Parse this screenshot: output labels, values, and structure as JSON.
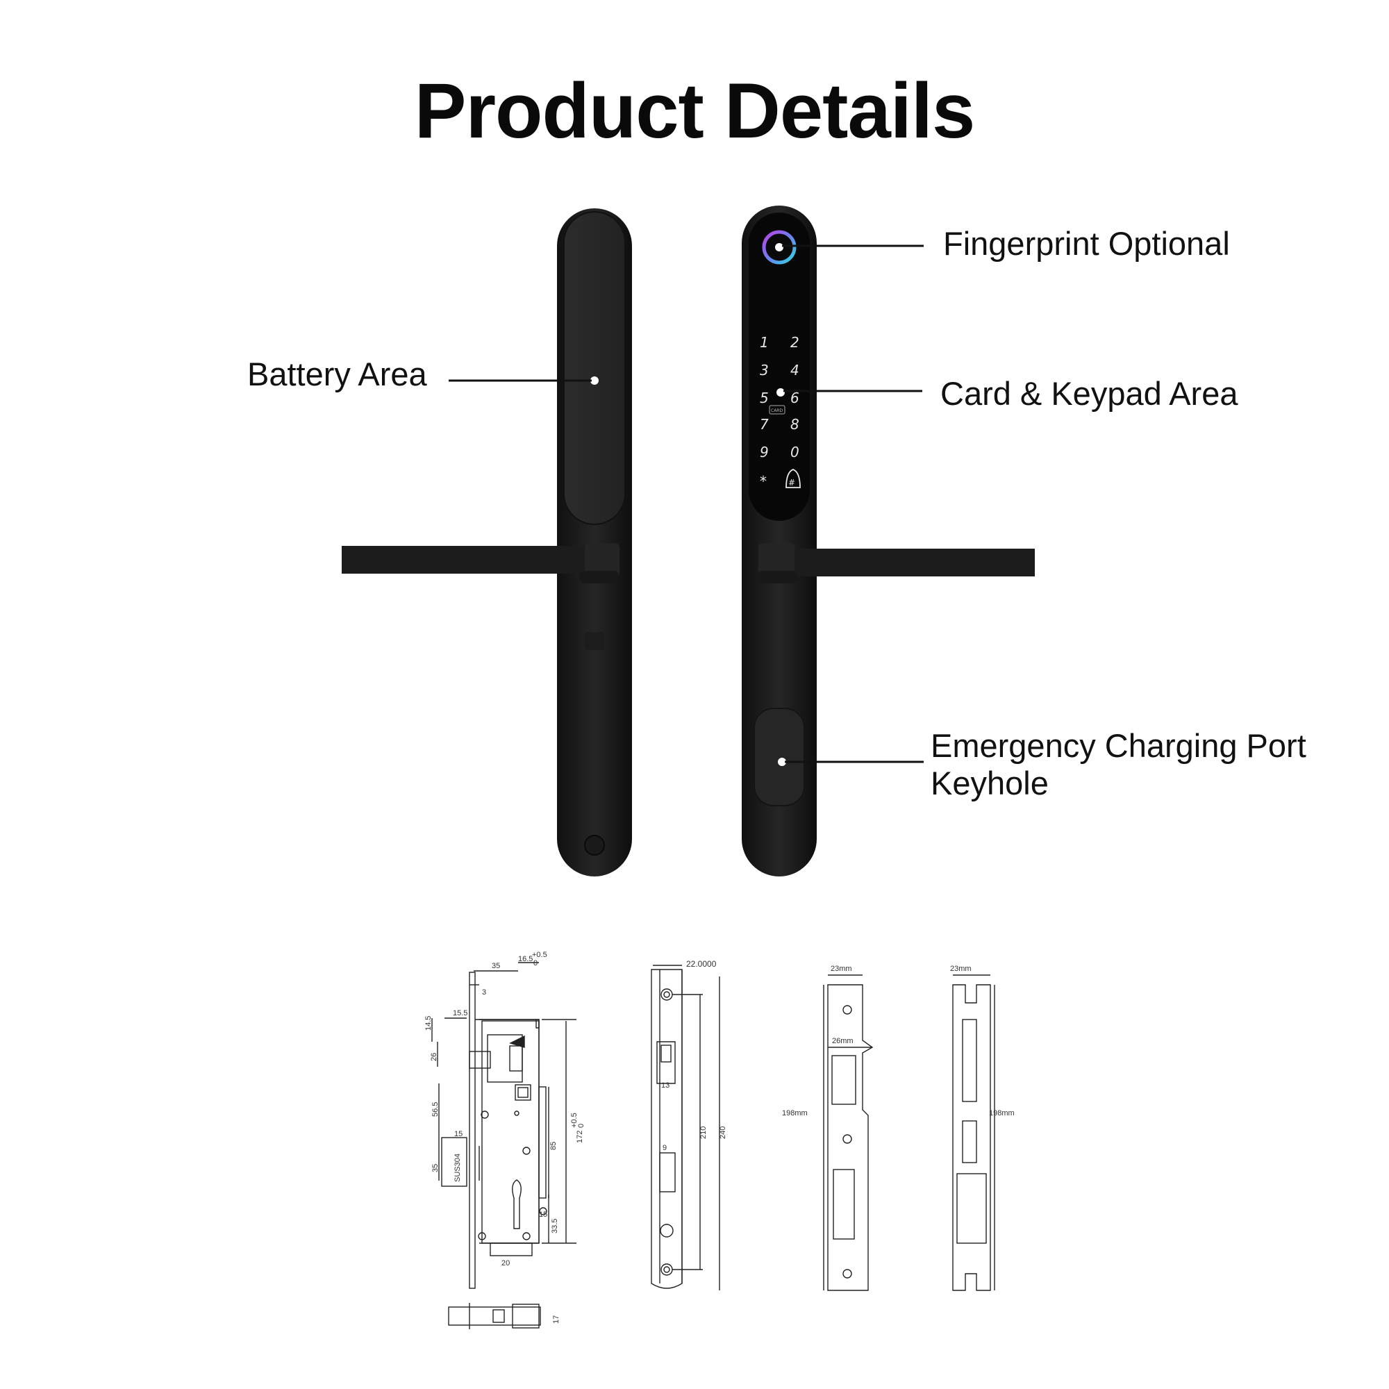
{
  "title": "Product Details",
  "callouts": {
    "battery": "Battery Area",
    "fingerprint": "Fingerprint Optional",
    "keypad": "Card & Keypad Area",
    "emergency_line1": "Emergency Charging Port",
    "emergency_line2": "Keyhole"
  },
  "keypad": {
    "keys": [
      "1",
      "2",
      "3",
      "4",
      "5",
      "6",
      "7",
      "8",
      "9",
      "0",
      "*",
      "#"
    ],
    "card_label": "CARD"
  },
  "drawings": {
    "mortise": {
      "dims": [
        "35",
        "16.5",
        "+0.5",
        "0",
        "3",
        "15.5",
        "14.5",
        "26",
        "56.5",
        "15",
        "35",
        "SUS304",
        "85",
        "172",
        "+0.5",
        "0",
        "15",
        "33.5",
        "20",
        "17"
      ]
    },
    "faceplate": {
      "dims": [
        "22.0000",
        "13",
        "9",
        "210",
        "240"
      ]
    },
    "strike_1": {
      "dims": [
        "23mm",
        "26mm",
        "198mm"
      ]
    },
    "strike_2": {
      "dims": [
        "23mm",
        "198mm"
      ]
    }
  },
  "colors": {
    "lock_body": "#1f1f1f",
    "lock_edge": "#0c0c0c",
    "fingerprint_ring_start": "#b040e0",
    "fingerprint_ring_end": "#30d0e0",
    "callout_line": "#111111"
  }
}
